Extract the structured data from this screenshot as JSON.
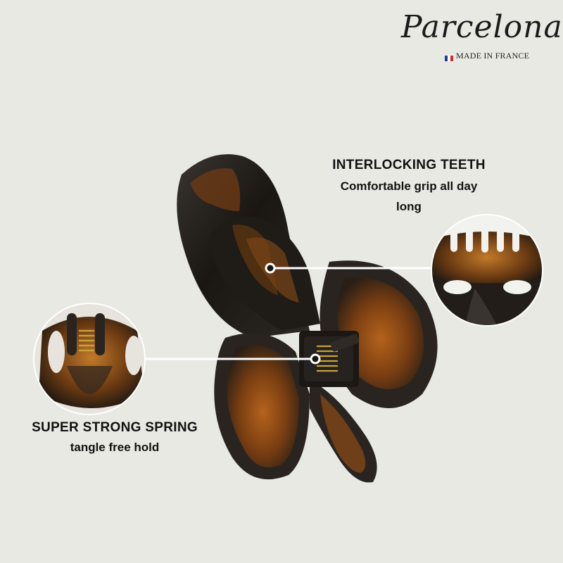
{
  "brand": {
    "logo_text": "Parcelona",
    "subtitle": "MADE IN FRANCE",
    "flag_colors": [
      "#1f3f9a",
      "#ffffff",
      "#d62b2b"
    ]
  },
  "callouts": {
    "teeth": {
      "title": "INTERLOCKING TEETH",
      "subtitle": "Comfortable grip all day long"
    },
    "spring": {
      "title": "SUPER STRONG SPRING",
      "subtitle": "tangle free hold"
    }
  },
  "colors": {
    "background": "#e9e9e4",
    "tortoise_dark": "#1e1a14",
    "tortoise_amber": "#8a4a14",
    "line": "#ffffff"
  }
}
